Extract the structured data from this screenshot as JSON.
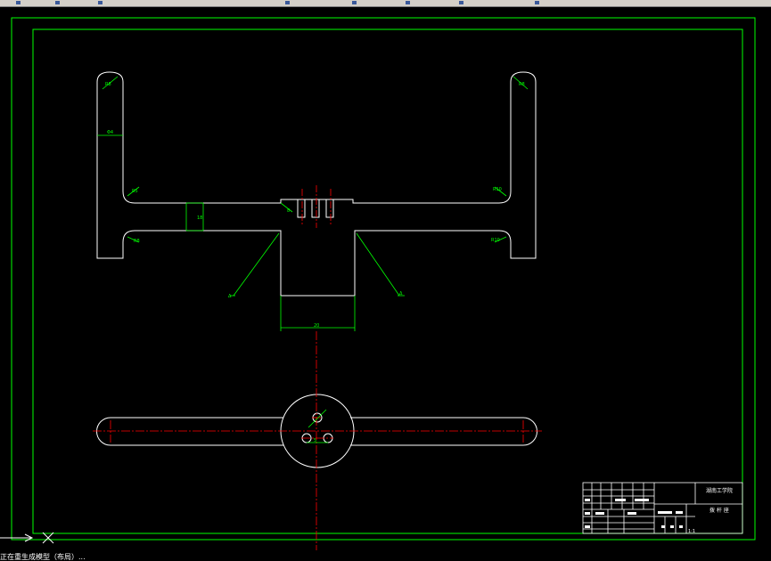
{
  "colors": {
    "background": "#000000",
    "frame": "#00ff00",
    "geometry": "#ffffff",
    "dimension": "#00ff00",
    "centerline": "#ff0000",
    "toolbar": "#d4d0c8"
  },
  "title_block": {
    "school": "湖南工学院",
    "drawing_name": "拨 杆 座",
    "scale_text": "1:1"
  },
  "dimensions": {
    "top_left_radius": "R8",
    "top_right_radius": "R8",
    "arm_width": "Φ4",
    "inner_top_left": "R5",
    "inner_bottom_left": "R8",
    "inner_top_right": "R10",
    "inner_bottom_right": "R10",
    "bar_height": "18",
    "leader_left": "Δ",
    "leader_right": "Δ",
    "hub_dim_left": "8",
    "hub_width": "20",
    "hole_dim": "5"
  },
  "command_line": {
    "text": "正在重生成模型（布局）..."
  },
  "toolbar_icons": [
    "toolbar-icon",
    "toolbar-icon",
    "toolbar-icon",
    "toolbar-icon",
    "toolbar-icon",
    "toolbar-icon",
    "toolbar-icon",
    "toolbar-icon"
  ]
}
